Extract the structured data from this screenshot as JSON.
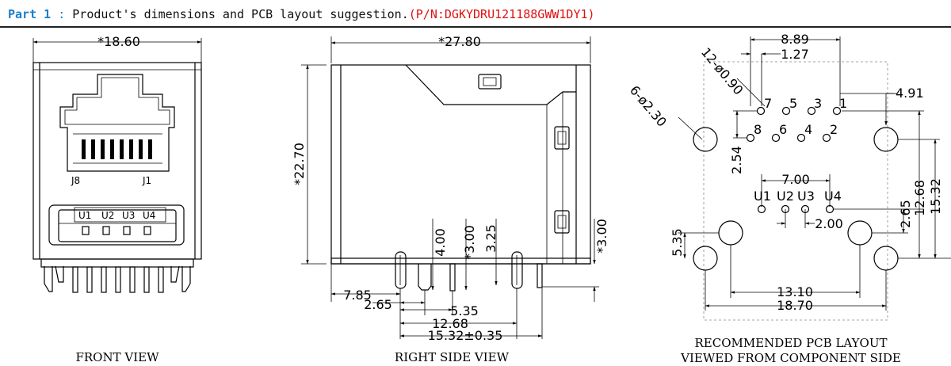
{
  "header": {
    "part": "Part 1",
    "colon": " : ",
    "desc": "Product's dimensions and PCB layout suggestion.",
    "pn": "(P/N:DGKYDRU121188GWW1DY1)"
  },
  "front": {
    "width": "*18.60",
    "j8": "J8",
    "j1": "J1",
    "u1": "U1",
    "u2": "U2",
    "u3": "U3",
    "u4": "U4",
    "caption": "FRONT VIEW"
  },
  "side": {
    "length": "*27.80",
    "height": "*22.70",
    "d400": "4.00",
    "d300a": "*3.00",
    "d325": "3.25",
    "d300b": "*3.00",
    "d785": "7.85",
    "d265": "2.65",
    "d535": "5.35",
    "d1268": "12.68",
    "d1532": "15.32±0.35",
    "caption": "RIGHT SIDE VIEW"
  },
  "pcb": {
    "d889": "8.89",
    "d127": "1.27",
    "holes12": "12-ø0.90",
    "holes6": "6-ø2.30",
    "d491": "4.91",
    "d254": "2.54",
    "d700": "7.00",
    "d200": "2.00",
    "d265": "2.65",
    "d1268": "12.68",
    "d1532": "15.32",
    "d535": "5.35",
    "d1310": "13.10",
    "d1870": "18.70",
    "pins": [
      "1",
      "2",
      "3",
      "4",
      "5",
      "6",
      "7",
      "8"
    ],
    "u1": "U1",
    "u2": "U2",
    "u3": "U3",
    "u4": "U4",
    "caption1": "RECOMMENDED PCB LAYOUT",
    "caption2": "VIEWED FROM COMPONENT SIDE"
  }
}
